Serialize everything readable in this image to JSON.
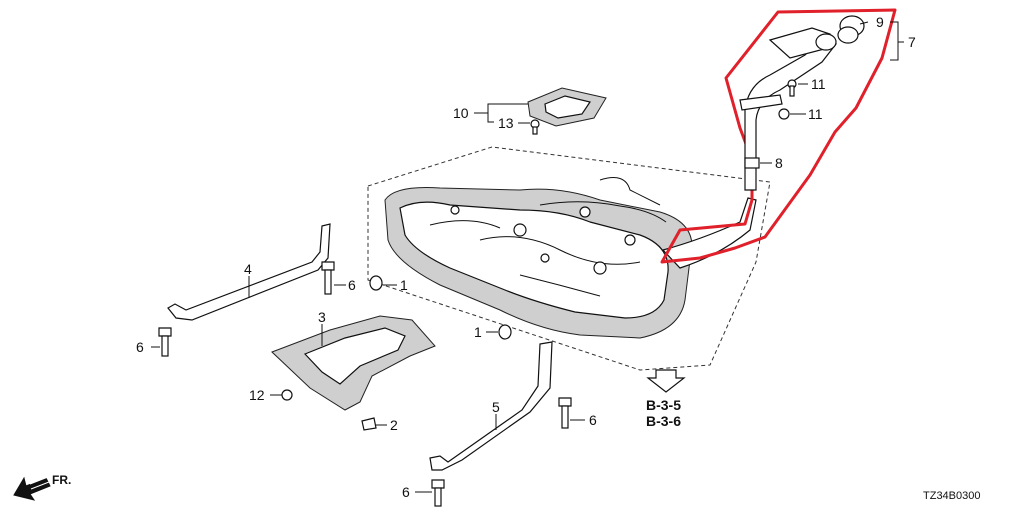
{
  "labels": {
    "p1a": "1",
    "p1b": "1",
    "p2": "2",
    "p3": "3",
    "p4": "4",
    "p5": "5",
    "p6a": "6",
    "p6b": "6",
    "p6c": "6",
    "p6d": "6",
    "p7": "7",
    "p8": "8",
    "p9": "9",
    "p10": "10",
    "p11a": "11",
    "p11b": "11",
    "p12": "12",
    "p13": "13"
  },
  "refs": [
    "B-3-5",
    "B-3-6"
  ],
  "direction": "FR.",
  "diagram_code": "TZ34B0300",
  "highlight_color": "#e0202a"
}
